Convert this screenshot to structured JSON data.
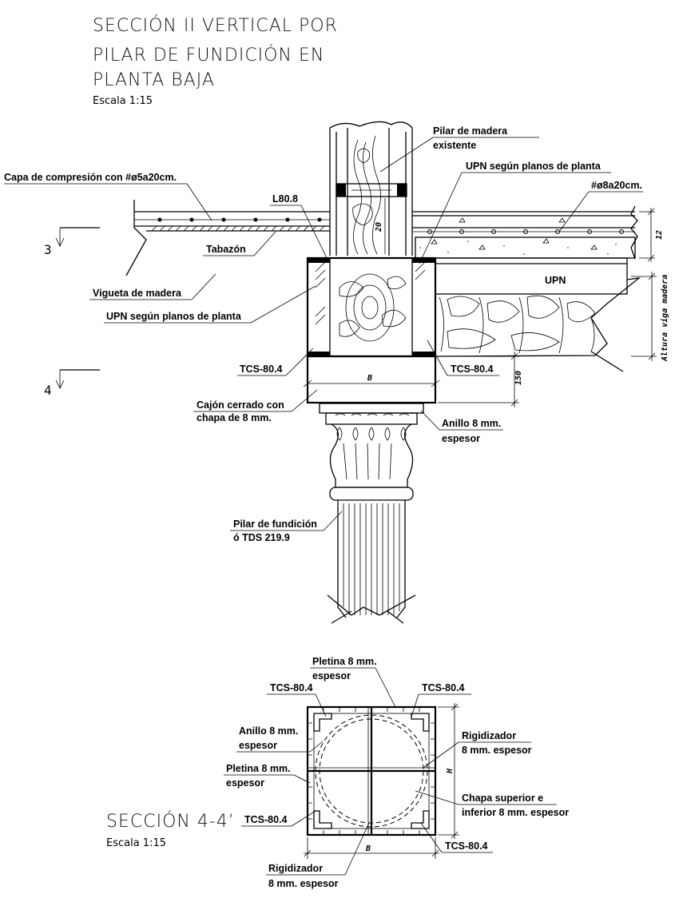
{
  "title": {
    "line1": "SECCIÓN II VERTICAL POR",
    "line2": "PILAR DE FUNDICIÓN EN",
    "line3": "PLANTA BAJA",
    "scale": "Escala 1:15"
  },
  "section44": {
    "title": "SECCIÓN 4-4’",
    "scale": "Escala 1:15"
  },
  "markers": {
    "cut3": "3",
    "cut4": "4"
  },
  "labels": {
    "pilar_madera_1": "Pilar de madera",
    "pilar_madera_2": "existente",
    "upn_planos_top": "UPN según planos de planta",
    "capa_compresion": "Capa de compresión con #ø5a20cm.",
    "malla_8": "#ø8a20cm.",
    "l80": "L80.8",
    "tabazon": "Tabazón",
    "vigueta": "Vigueta de madera",
    "upn_planos_left": "UPN según planos de planta",
    "upn": "UPN",
    "tcs_left": "TCS-80.4",
    "tcs_right": "TCS-80.4",
    "cajon_1": "Cajón cerrado con",
    "cajon_2": "chapa de 8 mm.",
    "anillo_1": "Anillo 8 mm.",
    "anillo_2": "espesor",
    "pilar_fund_1": "Pilar de fundición",
    "pilar_fund_2": "ó TDS 219.9",
    "altura_viga": "Altura viga madera"
  },
  "dimensions": {
    "d20": "20",
    "d12": "12",
    "d150": "150",
    "b_top": "B",
    "b_bottom": "B",
    "h": "H"
  },
  "section_labels": {
    "pletina_top_1": "Pletina 8 mm.",
    "pletina_top_2": "espesor",
    "tcs_tl": "TCS-80.4",
    "tcs_tr": "TCS-80.4",
    "anillo_1": "Anillo 8 mm.",
    "anillo_2": "espesor",
    "rigid_right_1": "Rigidizador",
    "rigid_right_2": "8 mm. espesor",
    "pletina_left_1": "Pletina 8 mm.",
    "pletina_left_2": "espesor",
    "chapa_1": "Chapa superior e",
    "chapa_2": "inferior 8 mm. espesor",
    "tcs_bl": "TCS-80.4",
    "tcs_br": "TCS-80.4",
    "rigid_bottom_1": "Rigidizador",
    "rigid_bottom_2": "8 mm. espesor"
  }
}
